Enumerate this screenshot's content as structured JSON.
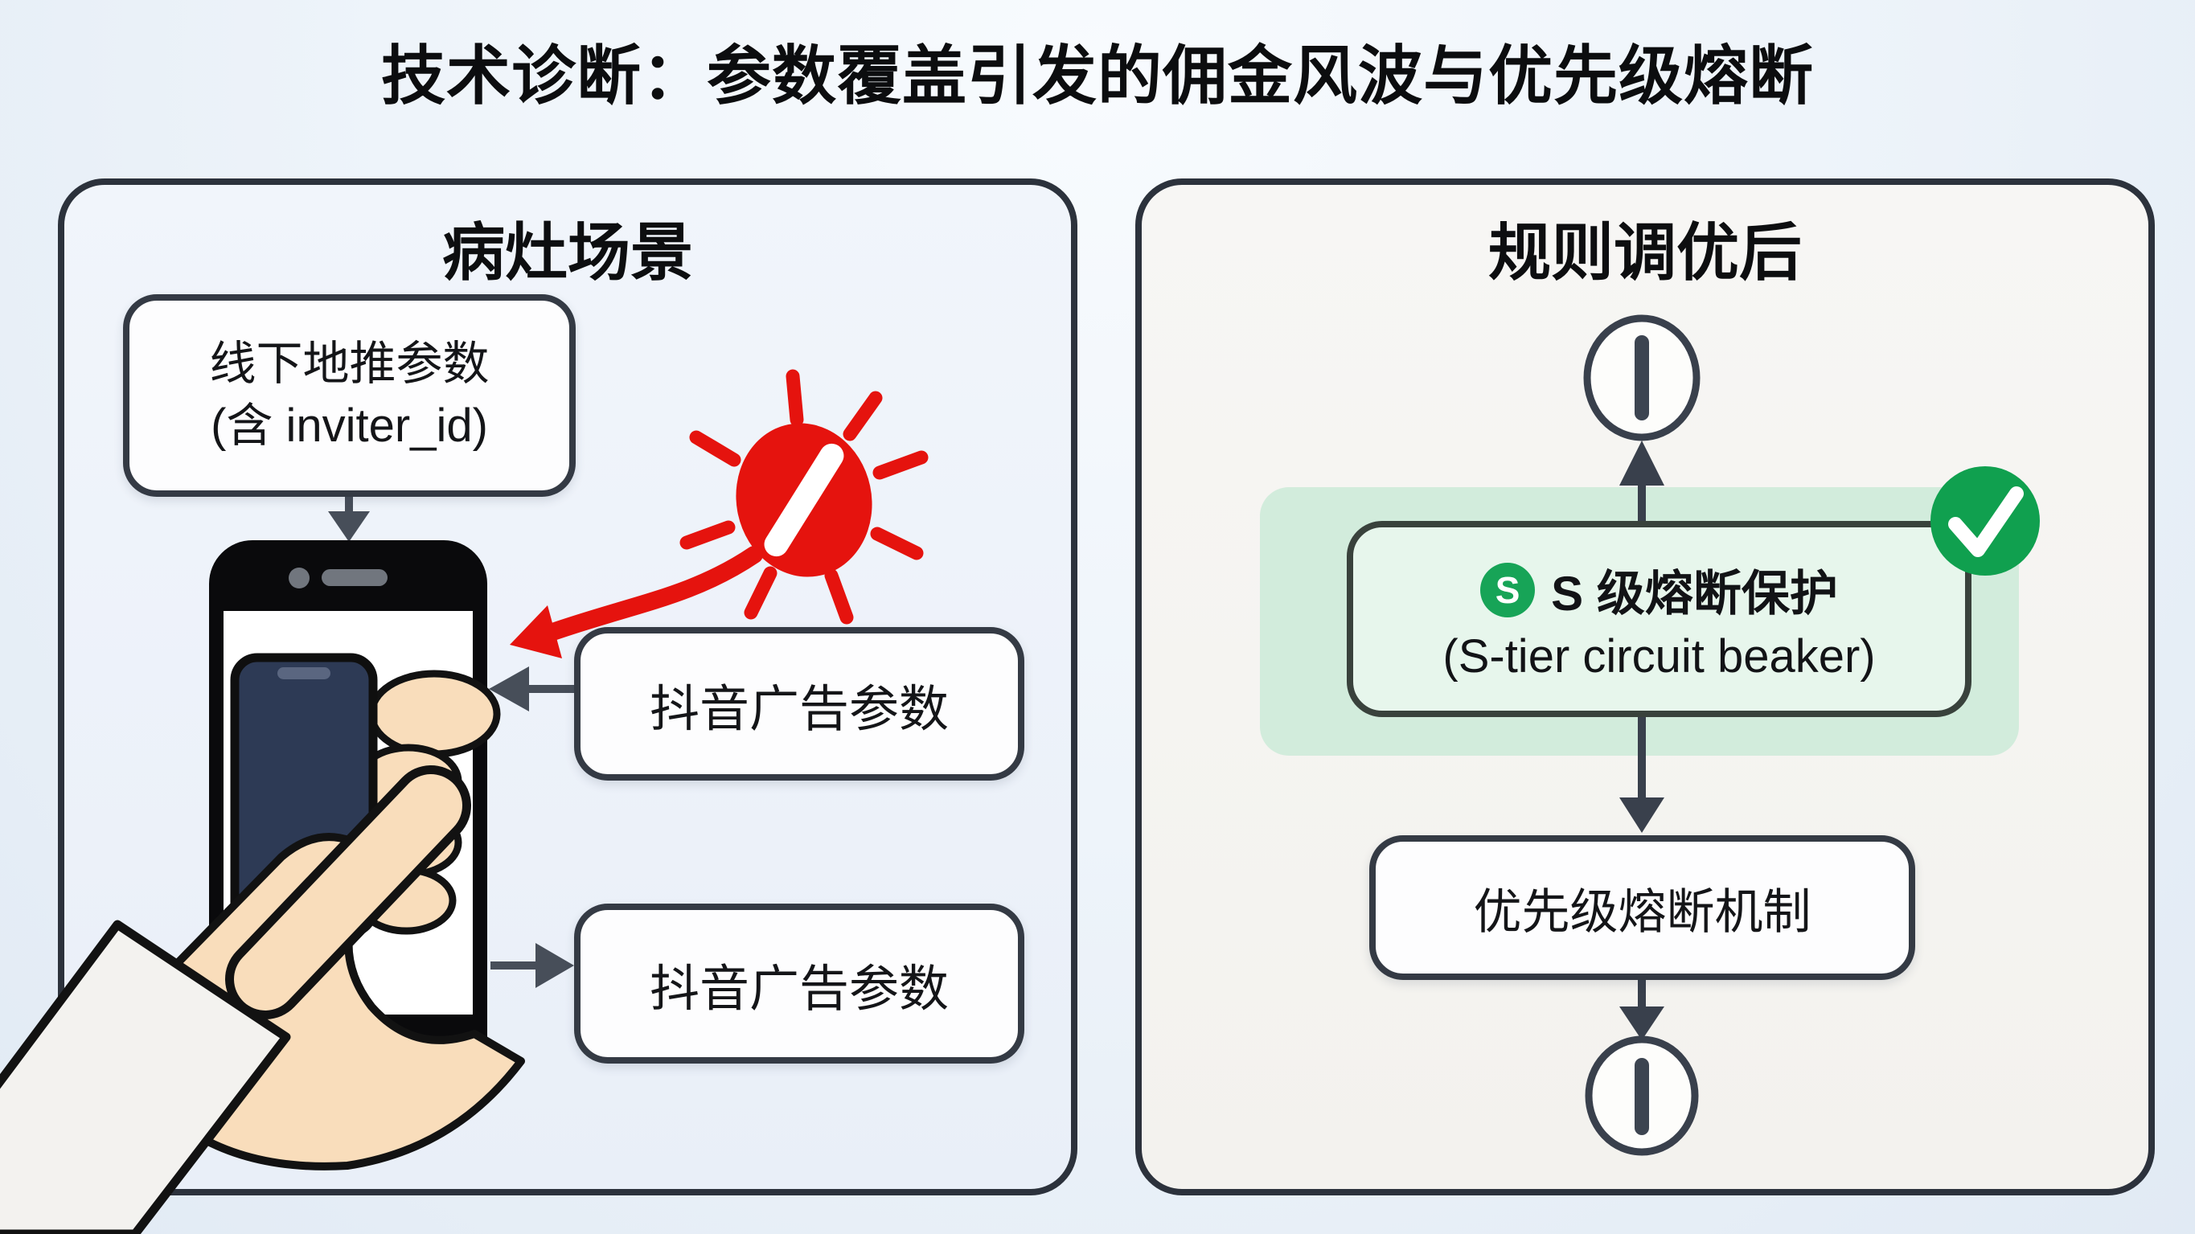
{
  "title": "技术诊断：参数覆盖引发的佣金风波与优先级熔断",
  "left_panel": {
    "heading": "病灶场景",
    "offline_param_box": {
      "line1": "线下地推参数",
      "line2": "(含 inviter_id)"
    },
    "douyin_ad_box_top": {
      "label": "抖音广告参数"
    },
    "douyin_ad_box_bottom": {
      "label": "抖音广告参数"
    },
    "icons": {
      "burst": "parameter-conflict-burst-icon",
      "red_arrow": "conflict-curved-arrow",
      "phone": "smartphone-scan-illustration",
      "hand": "hand-holding-phone-illustration"
    }
  },
  "right_panel": {
    "heading": "规则调优后",
    "s_tier_box": {
      "badge": "S",
      "line1": "S 级熔断保护",
      "line2": "(S-tier circuit beaker)"
    },
    "priority_box": {
      "label": "优先级熔断机制"
    },
    "icons": {
      "start_node": "flow-terminal-node-icon",
      "end_node": "flow-terminal-node-icon",
      "check": "success-check-icon"
    }
  },
  "colors": {
    "background": "#e6edf6",
    "panel_left_bg": "#edf3fa",
    "panel_right_bg": "#f5f4f1",
    "panel_border": "#2c323c",
    "box_border": "#343a44",
    "box_bg": "#fdfdfe",
    "arrow_gray": "#474e59",
    "accent_red": "#e5130e",
    "accent_green": "#17a457",
    "check_green": "#10a04f",
    "green_highlight": "#d2ecdc",
    "green_box_bg": "#e7f6ec",
    "phone_body": "#0a0a0c",
    "small_phone_screen": "#2d3a55",
    "skin": "#f9ddbb",
    "text": "#121316"
  }
}
